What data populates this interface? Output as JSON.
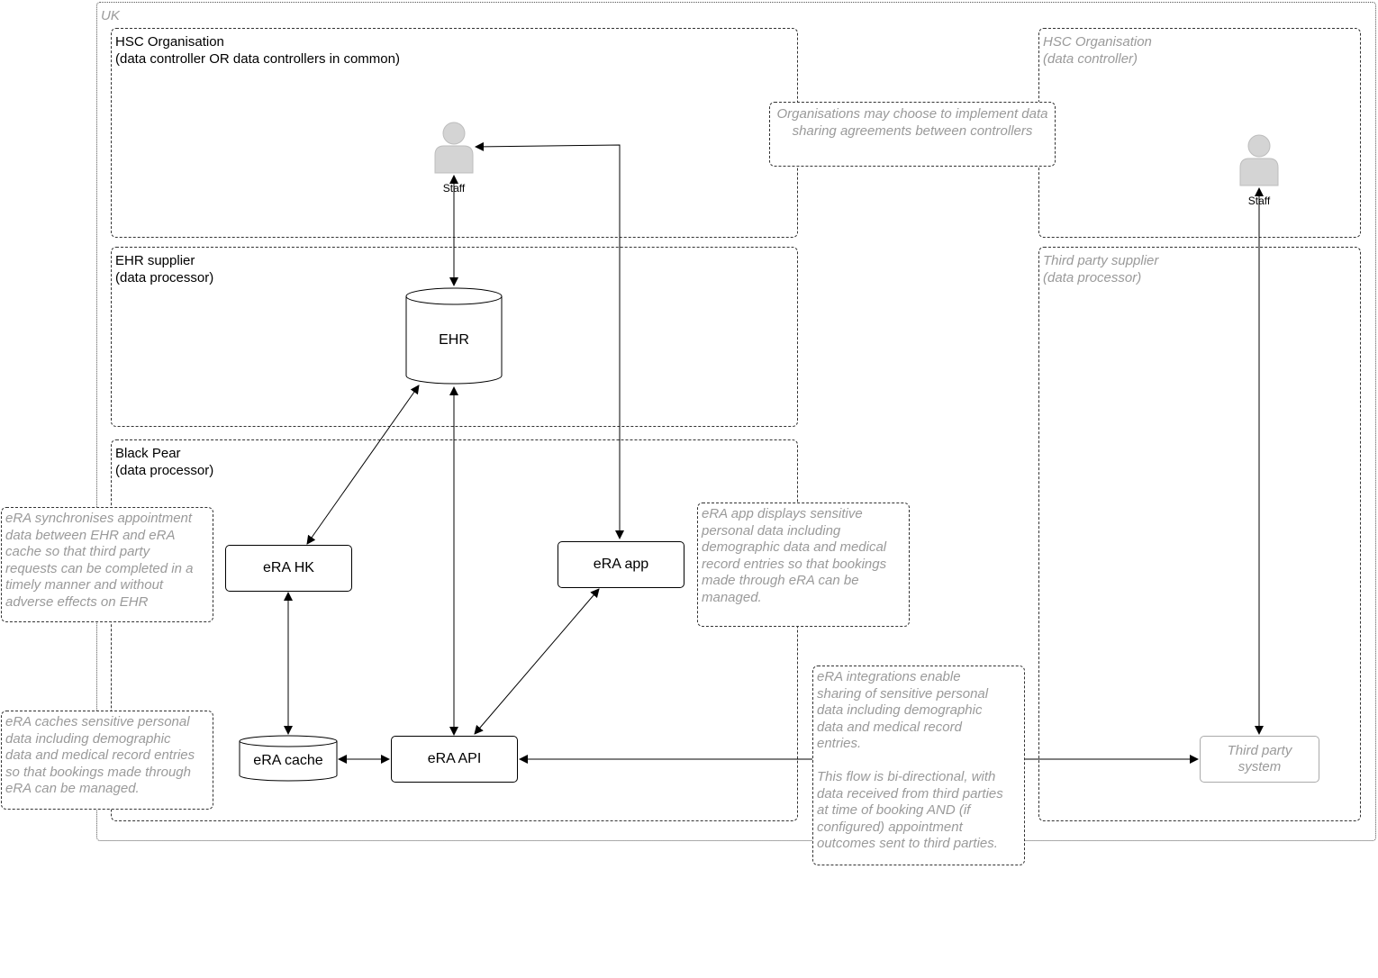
{
  "regions": {
    "uk": {
      "title": "UK"
    },
    "hsc_org_left": {
      "title": "HSC Organisation",
      "subtitle": "(data controller OR data controllers in common)"
    },
    "ehr_supplier": {
      "title": "EHR supplier",
      "subtitle": "(data processor)"
    },
    "black_pear": {
      "title": "Black Pear",
      "subtitle": "(data processor)"
    },
    "hsc_org_right": {
      "title": "HSC Organisation",
      "subtitle": "(data controller)"
    },
    "third_party_supplier": {
      "title": "Third party supplier",
      "subtitle": "(data processor)"
    }
  },
  "actors": {
    "staff_left": {
      "label": "Staff",
      "icon": "person-icon"
    },
    "staff_right": {
      "label": "Staff",
      "icon": "person-icon"
    }
  },
  "nodes": {
    "ehr": {
      "label": "EHR",
      "shape": "cylinder"
    },
    "era_hk": {
      "label": "eRA HK"
    },
    "era_app": {
      "label": "eRA app"
    },
    "era_cache": {
      "label": "eRA cache",
      "shape": "cylinder"
    },
    "era_api": {
      "label": "eRA API"
    },
    "third_party_system": {
      "label": "Third party\nsystem"
    }
  },
  "notes": {
    "sharing_agreements": "Organisations may choose to implement data sharing agreements between controllers",
    "sync": "eRA synchronises appointment\ndata between EHR and eRA\ncache so that third party\nrequests can be completed in a\ntimely manner and without\nadverse effects on EHR",
    "app_displays": "eRA app displays sensitive\npersonal data including\ndemographic data and medical\nrecord entries so that bookings\nmade through eRA can be\nmanaged.",
    "cache_caches": "eRA caches sensitive personal\ndata including demographic\ndata and medical record entries\nso that bookings made through\neRA can be managed.",
    "integrations": "eRA integrations enable\nsharing of sensitive personal\ndata including demographic\ndata and medical record\nentries.\n\nThis flow is bi-directional, with\ndata received from third parties\nat time of booking AND (if\nconfigured) appointment\noutcomes sent to third parties."
  },
  "colors": {
    "line": "#000000",
    "muted_text": "#9a9a9a",
    "actor_fill": "#d4d4d4"
  }
}
